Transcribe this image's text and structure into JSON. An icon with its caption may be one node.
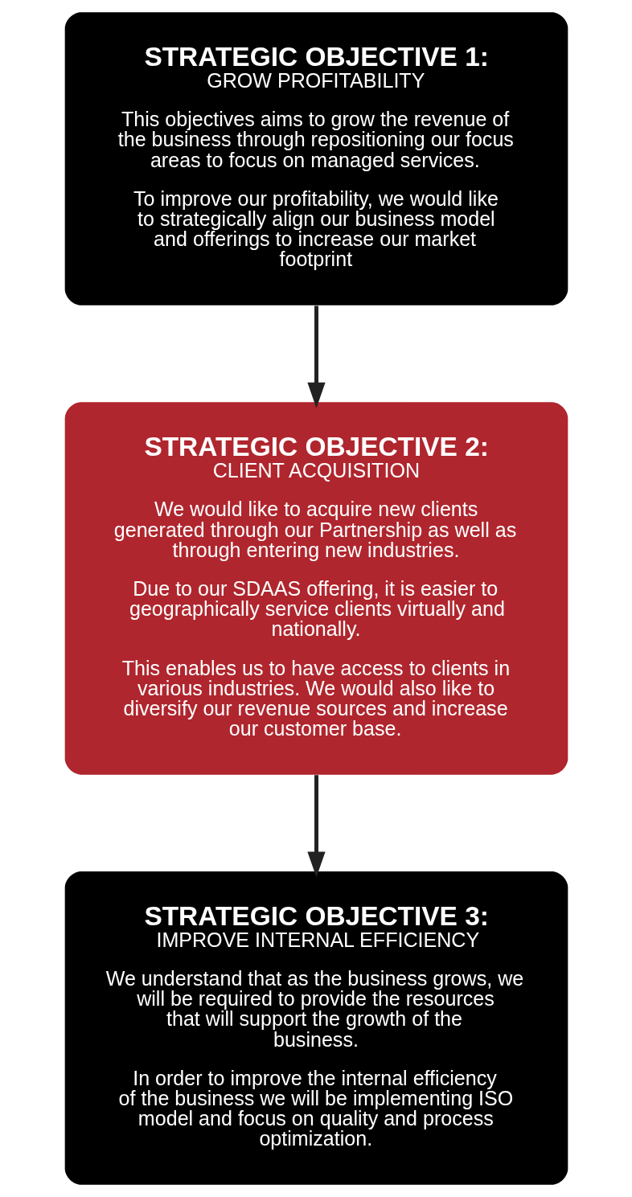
{
  "diagram": {
    "nodes": [
      {
        "text": [
          "STRATEGIC OBJECTIVE 1:",
          "GROW PROFITABILITY",
          "This objectives aims to grow the revenue of the business through repositioning our focus areas to focus on managed services.",
          "To improve our profitability, we would like to strategically align our business model and offerings to increase our market footprint"
        ]
      },
      {
        "text": [
          "STRATEGIC OBJECTIVE 2:",
          "CLIENT ACQUISITION",
          "We would like to acquire new clients generated through our Partnership as well as through entering new industries.",
          "Due to our SDAAS offering, it is easier to geographically service clients virtually and nationally.",
          "This enables us to have access to clients in various industries. We would also like to diversify our revenue sources and increase our customer base."
        ]
      },
      {
        "text": [
          "STRATEGIC OBJECTIVE 3:",
          "IMPROVE INTERNAL EFFICIENCY",
          "We understand that as the business grows, we will be required to provide the resources that will support the growth of the business.",
          "In order to improve the internal efficiency of the business we will be implementing ISO model and focus on quality and process optimization."
        ]
      }
    ],
    "edges": [
      {
        "from": 0,
        "to": 1,
        "arrow": "to"
      },
      {
        "from": 1,
        "to": 2,
        "arrow": "to"
      }
    ]
  }
}
